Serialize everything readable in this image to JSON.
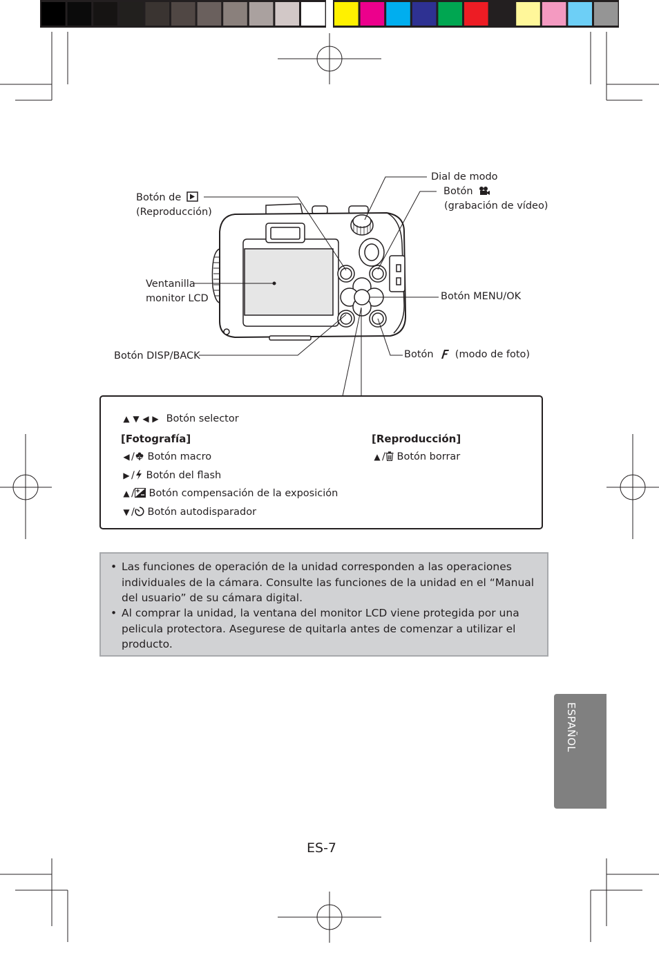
{
  "color_bar": {
    "grays": [
      "#000000",
      "#0b0b0b",
      "#161413",
      "#22201e",
      "#3a3431",
      "#504744",
      "#6a605d",
      "#8a807c",
      "#aaa19f",
      "#d2c8c7",
      "#ffffff"
    ],
    "colors": [
      "#fff100",
      "#ec008c",
      "#00aeef",
      "#2e3192",
      "#00a651",
      "#ed1c24",
      "#231f20",
      "#fff79a",
      "#f49ac1",
      "#6dcff6",
      "#959595"
    ]
  },
  "diagram": {
    "labels": {
      "dial_mode": "Dial de modo",
      "movie_button": "Botón",
      "movie_button_sub": "(grabación de vídeo)",
      "playback_button": "Botón de",
      "playback_button_sub": "(Reproducción)",
      "lcd_window_1": "Ventanilla",
      "lcd_window_2": "monitor LCD",
      "menu_ok": "Botón MENU/OK",
      "disp_back": "Botón DISP/BACK",
      "f_button": "Botón",
      "f_button_sub": "(modo de foto)"
    },
    "icons": {
      "movie": "movie-camera-icon",
      "playback": "playback-icon",
      "f_mode": "f-mode-icon"
    }
  },
  "selector_box": {
    "selector_label": "Botón selector",
    "photo_heading": "[Fotografía]",
    "playback_heading": "[Reproducción]",
    "photo_items": [
      {
        "arrow": "◀",
        "icon": "macro-icon",
        "label": "Botón macro"
      },
      {
        "arrow": "▶",
        "icon": "flash-icon",
        "label": "Botón del flash"
      },
      {
        "arrow": "▲",
        "icon": "exposure-compensation-icon",
        "label": "Botón compensación de la exposición"
      },
      {
        "arrow": "▼",
        "icon": "self-timer-icon",
        "label": "Botón autodisparador"
      }
    ],
    "playback_items": [
      {
        "arrow": "▲",
        "icon": "trash-icon",
        "label": "Botón borrar"
      }
    ]
  },
  "notes": [
    "Las funciones de operación de la unidad corresponden a las operaciones individuales de la cámara. Consulte las funciones de la unidad en el “Manual del usuario” de su cámara digital.",
    "Al comprar la unidad, la ventana del monitor LCD viene protegida por una pelicula protectora. Asegurese de quitarla antes de comenzar a utilizar el producto."
  ],
  "side_tab": {
    "label": "ESPAÑOL",
    "color": "#808080"
  },
  "page_number": "ES-7"
}
